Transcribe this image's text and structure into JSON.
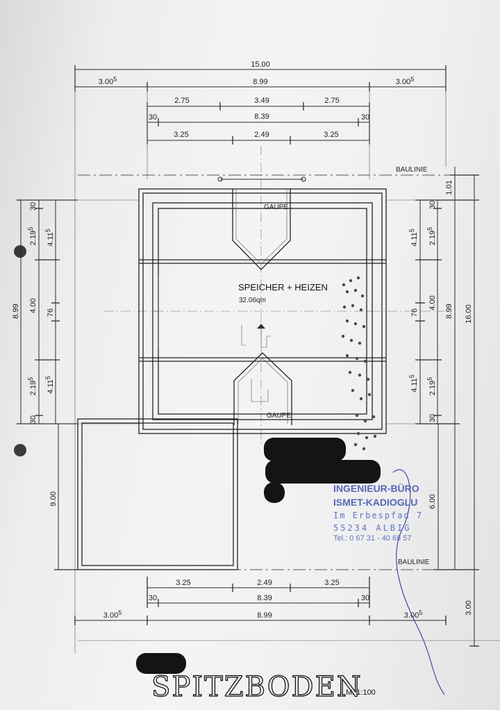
{
  "colors": {
    "paper": "#f0f0f0",
    "ink": "#1e1e1e",
    "stamp": "#5566b8",
    "redaction": "#141414"
  },
  "top_dimensions": {
    "overall": "15.00",
    "left": "3.00",
    "left_sup": "5",
    "middle": "8.99",
    "right": "3.00",
    "right_sup": "5",
    "r2_left": "2.75",
    "r2_mid": "3.49",
    "r2_right": "2.75",
    "r3_left": "30",
    "r3_mid": "8.39",
    "r3_right": "30",
    "r4_left": "3.25",
    "r4_mid": "2.49",
    "r4_right": "3.25"
  },
  "bottom_dimensions": {
    "r1_left": "3.25",
    "r1_mid": "2.49",
    "r1_right": "3.25",
    "r2_left": "30",
    "r2_mid": "8.39",
    "r2_right": "30",
    "left": "3.00",
    "left_sup": "5",
    "middle": "8.99",
    "right": "3.00",
    "right_sup": "5"
  },
  "left_dimensions": {
    "overall": "8.99",
    "top_30": "30",
    "d2195_top": "2.19",
    "d2195_sup": "5",
    "d4115_top": "4.11",
    "d4115_sup": "5",
    "d400": "4.00",
    "d76": "76",
    "d2195_bot": "2.19",
    "d4115_bot": "4.11",
    "bot_30": "30",
    "lower": "9.00"
  },
  "right_dimensions": {
    "d101": "1.01",
    "top_30": "30",
    "d4115_top": "4.11",
    "d4115_sup": "5",
    "d2195_top": "2.19",
    "d2195_sup": "5",
    "d400": "4.00",
    "d76": "76",
    "d4115_bot": "4.11",
    "d2195_bot": "2.19",
    "bot_30": "30",
    "d899": "8.99",
    "d1600": "16.00",
    "d600": "6.00",
    "d300": "3.00"
  },
  "labels": {
    "baulinie_top": "BAULINIE",
    "baulinie_bottom": "BAULINIE",
    "gaupe_top": "GAUPE",
    "gaupe_bottom": "GAUPE",
    "room_name": "SPEICHER + HEIZEN",
    "room_area": "32.06qm"
  },
  "stamp": {
    "line1": "INGENIEUR-BÜRO",
    "line2": "ISMET-KADIOGLU",
    "line3": "Im Erbespfad 7",
    "line4": "55234 ALBIG",
    "line5": "Tel.: 0 67 31 - 40 68 57"
  },
  "title_block": {
    "title": "SPITZBODEN",
    "scale": "M. 1:100"
  }
}
